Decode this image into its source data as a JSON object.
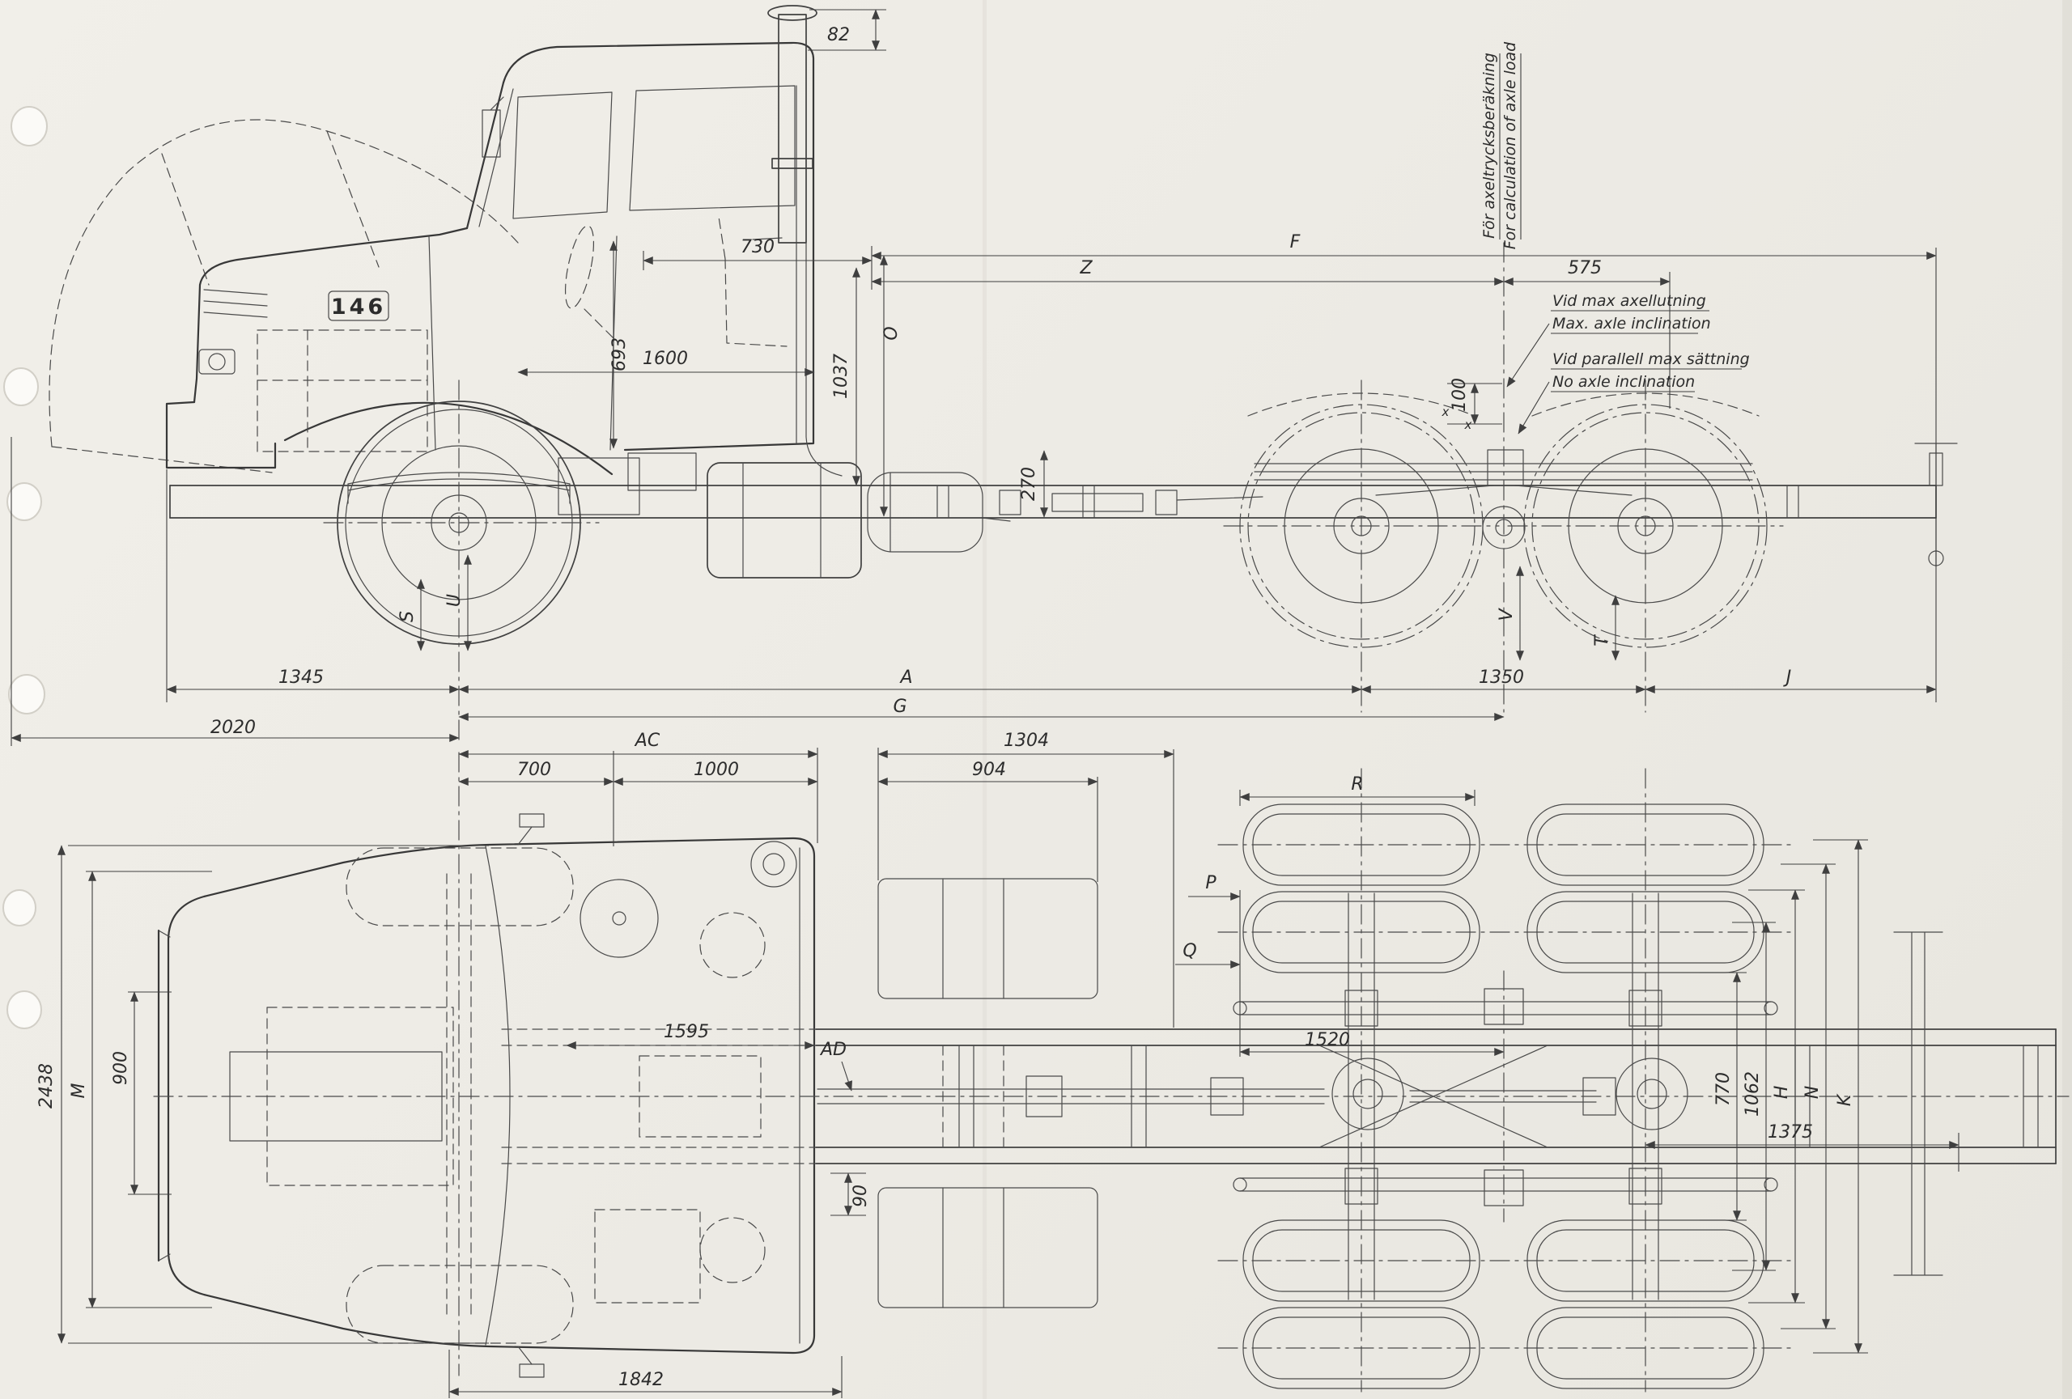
{
  "badge": "146",
  "side": {
    "d82": "82",
    "d730": "730",
    "d693": "693",
    "d1600": "1600",
    "d1037": "1037",
    "O": "O",
    "F": "F",
    "Z": "Z",
    "d575": "575",
    "d100": "100",
    "d270": "270",
    "d1345": "1345",
    "A": "A",
    "G": "G",
    "d2020": "2020",
    "d1350": "1350",
    "J": "J",
    "S": "S",
    "U": "U",
    "V": "V",
    "T": "T",
    "x_mark": "x",
    "note_axle_sv": "För axeltrycksberäkning",
    "note_axle_en": "For calculation of axle load",
    "note_incl_sv": "Vid max axellutning",
    "note_incl_en": "Max. axle inclination",
    "note_par_sv": "Vid parallell max sättning",
    "note_par_en": "No axle inclination"
  },
  "plan": {
    "AC": "AC",
    "d700": "700",
    "d1000": "1000",
    "d1304": "1304",
    "d904": "904",
    "R": "R",
    "P": "P",
    "Q": "Q",
    "d2438": "2438",
    "M": "M",
    "d900": "900",
    "d1595": "1595",
    "AD": "AD",
    "d90": "90",
    "d1520": "1520",
    "d770": "770",
    "d1062": "1062",
    "H": "H",
    "N": "N",
    "K": "K",
    "d1375": "1375",
    "d1842": "1842"
  }
}
